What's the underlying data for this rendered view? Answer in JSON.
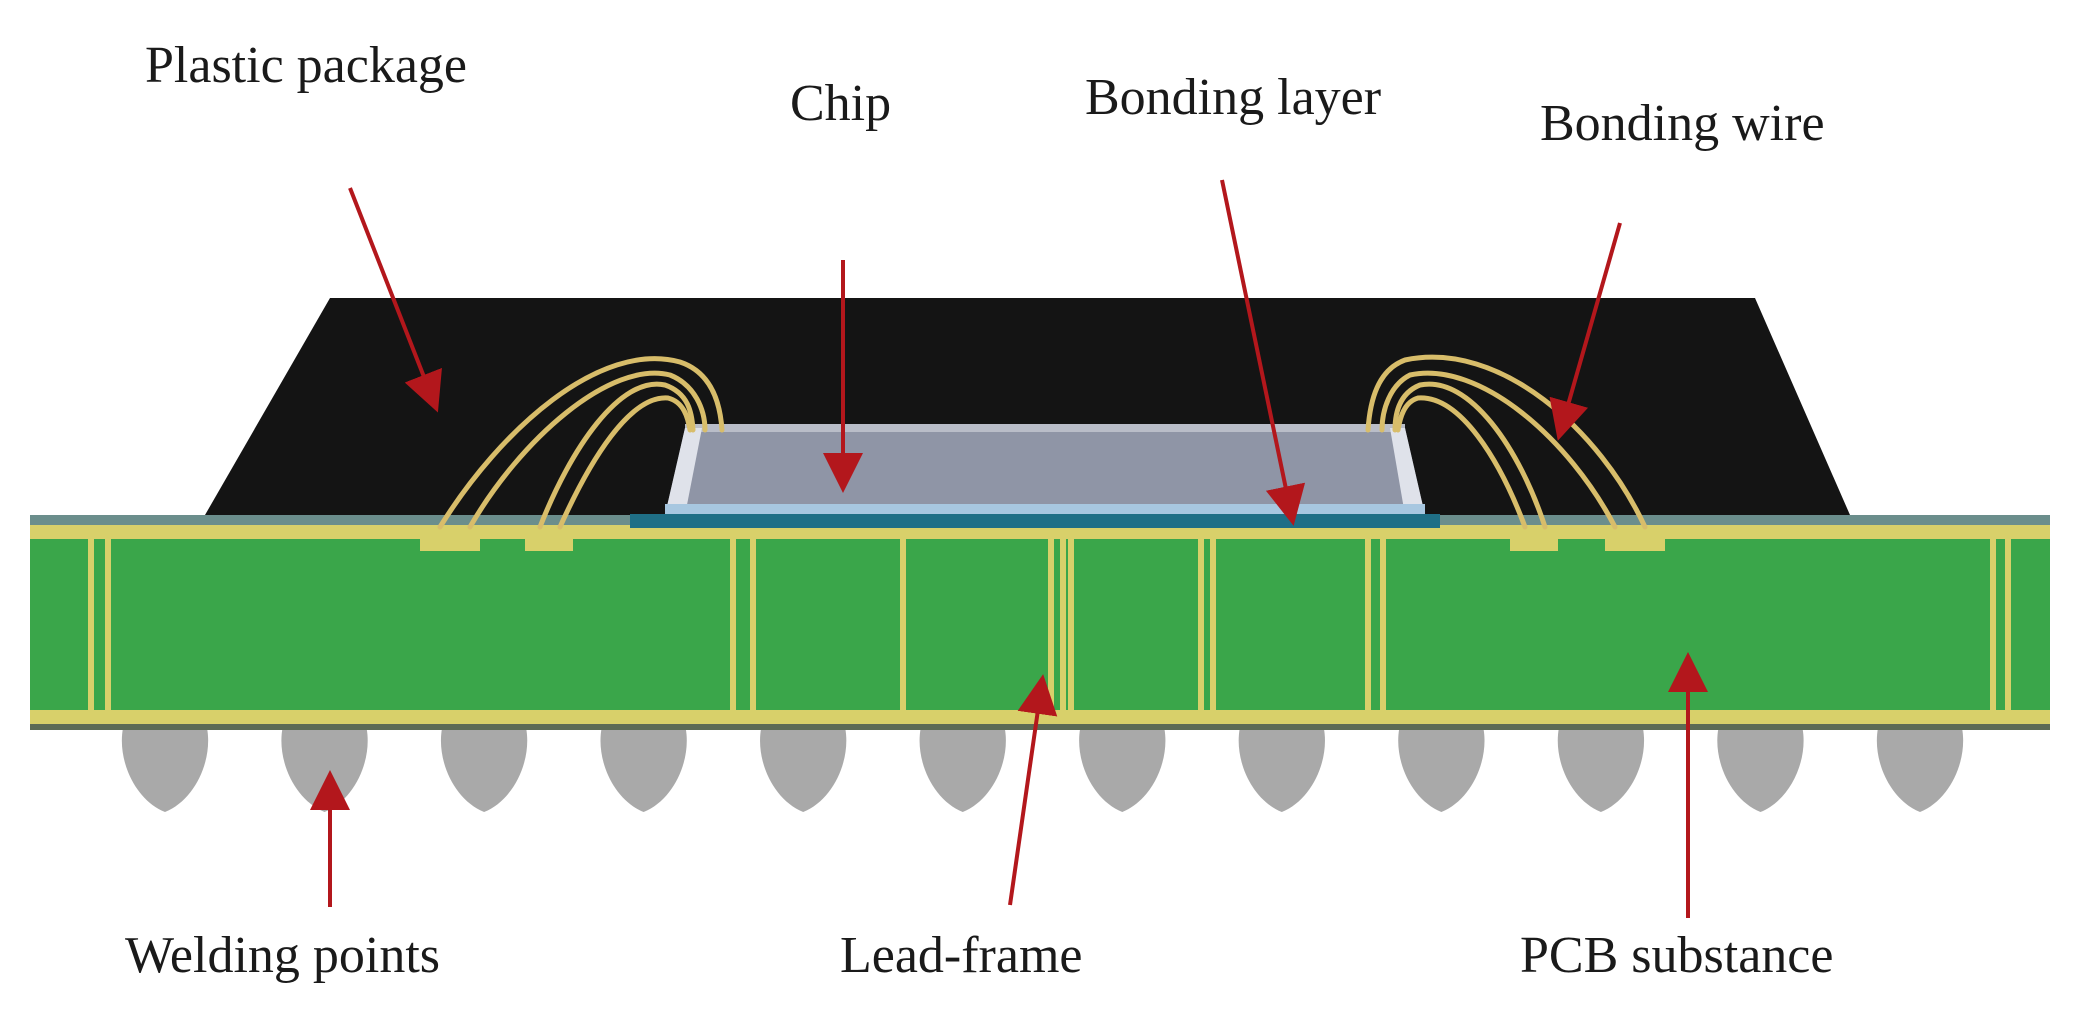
{
  "labels": {
    "plastic_package": "Plastic package",
    "chip": "Chip",
    "bonding_layer": "Bonding layer",
    "bonding_wire": "Bonding wire",
    "welding_points": "Welding points",
    "lead_frame": "Lead-frame",
    "pcb_substance": "PCB substance"
  },
  "colors": {
    "package": "#141414",
    "chip": "#8f95a6",
    "chip_highlight": "#dfe2ea",
    "bonding_layer": "#1f6f86",
    "pcb": "#3aa64a",
    "trace": "#d8d06a",
    "wire": "#d8bd6a",
    "solder_ball": "#a9a9a9",
    "arrow": "#b3171c"
  },
  "solder_ball_count": 12
}
